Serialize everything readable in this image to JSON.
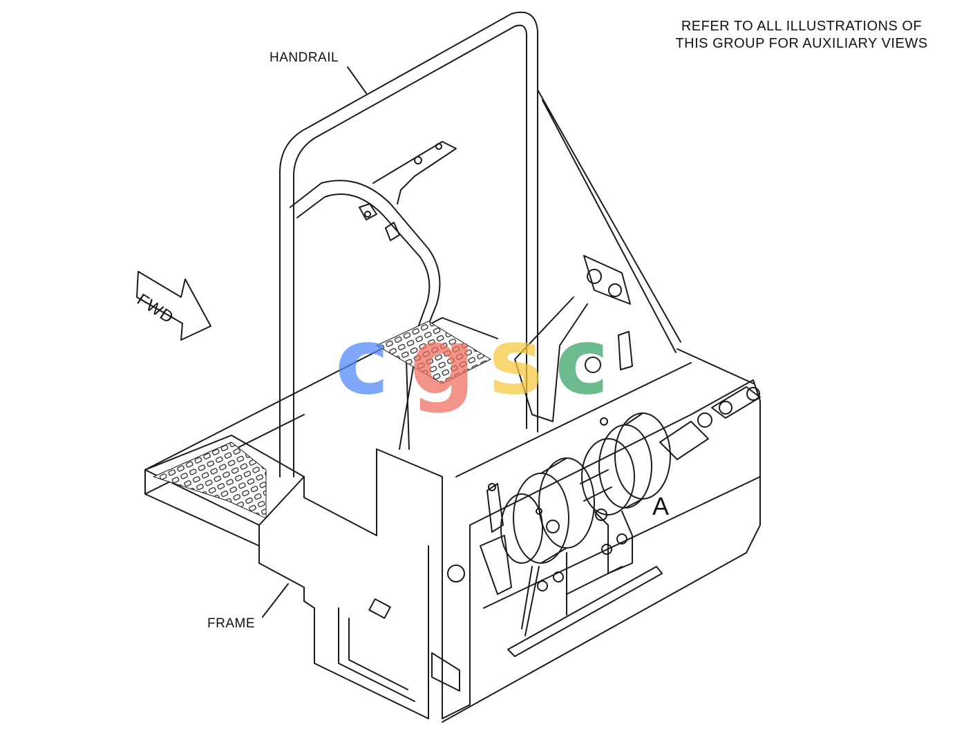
{
  "note": {
    "line1": "REFER TO ALL ILLUSTRATIONS OF",
    "line2": "THIS GROUP FOR AUXILIARY VIEWS"
  },
  "labels": {
    "handrail": "HANDRAIL",
    "frame": "FRAME",
    "view_a": "A",
    "fwd": "FWD"
  },
  "watermark": {
    "letters": [
      "c",
      "g",
      "s",
      "c"
    ],
    "colors": [
      "#4f86f7",
      "#ef6b5b",
      "#f6c93c",
      "#34a265"
    ]
  },
  "line_color": "#1a1a1a"
}
